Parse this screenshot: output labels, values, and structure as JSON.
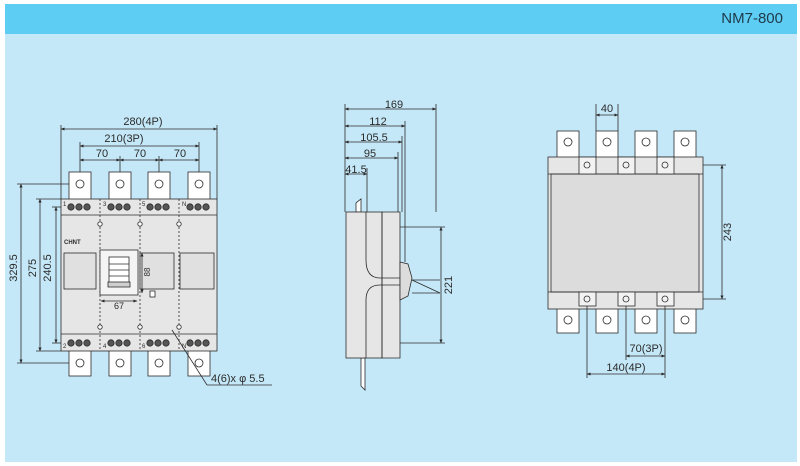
{
  "header": {
    "title": "NM7-800"
  },
  "front_view": {
    "dim_total_width_4p": "280(4P)",
    "dim_width_3p": "210(3P)",
    "dim_pole_pitch_1": "70",
    "dim_pole_pitch_2": "70",
    "dim_pole_pitch_3": "70",
    "dim_height_overall": "329.5",
    "dim_height_mid": "275",
    "dim_height_body": "240.5",
    "dim_handle_height": "88",
    "dim_handle_width": "67",
    "dim_mounting_holes": "4(6)x φ 5.5",
    "brand_logo": "CHNT",
    "terminal_marks": [
      "1",
      "3",
      "5",
      "N",
      "2",
      "4",
      "6",
      "N"
    ]
  },
  "side_view": {
    "dim_169": "169",
    "dim_112": "112",
    "dim_105_5": "105.5",
    "dim_95": "95",
    "dim_41_5": "41.5",
    "dim_221": "221"
  },
  "rear_view": {
    "dim_40": "40",
    "dim_243": "243",
    "dim_70_3p": "70(3P)",
    "dim_140_4p": "140(4P)"
  }
}
